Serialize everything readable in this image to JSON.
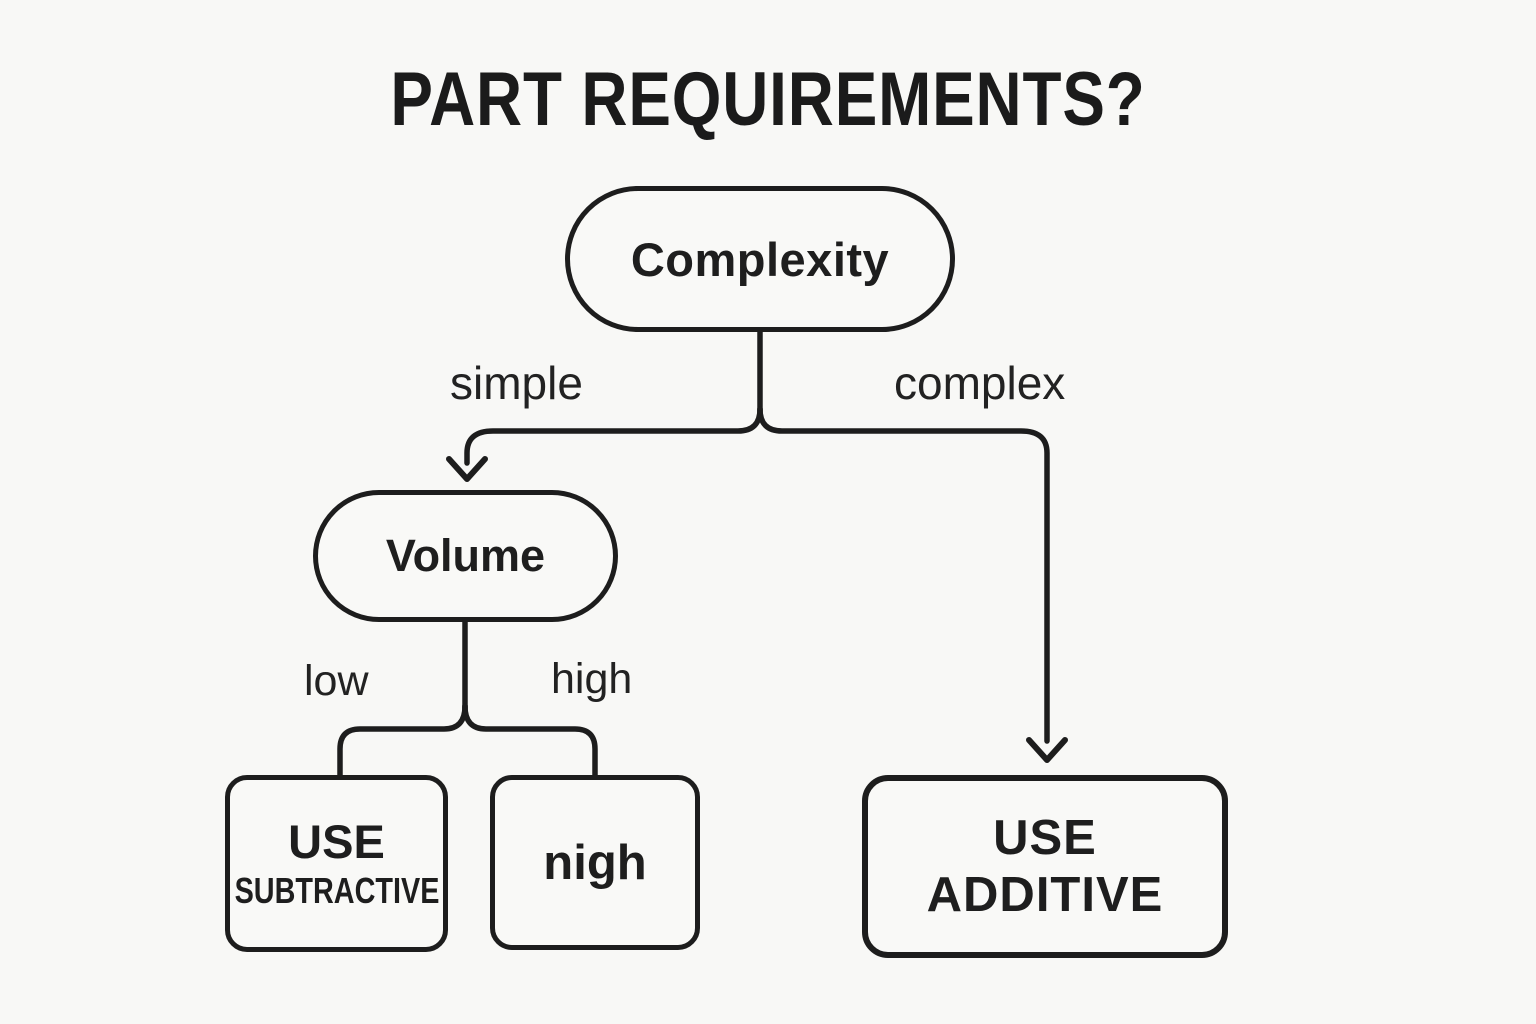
{
  "title": "PART REQUIREMENTS?",
  "diagram": {
    "type": "decision-tree-flowchart",
    "nodes": {
      "complexity": {
        "label": "Complexity",
        "shape": "pill"
      },
      "volume": {
        "label": "Volume",
        "shape": "pill"
      },
      "use_subtractive": {
        "line1": "USE",
        "line2": "SUBTRACTIVE",
        "shape": "rounded-box"
      },
      "nigh": {
        "label": "nigh",
        "shape": "rounded-box"
      },
      "use_additive": {
        "line1": "USE",
        "line2": "ADDITIVE",
        "shape": "rounded-box"
      }
    },
    "edge_labels": {
      "simple": "simple",
      "complex": "complex",
      "low": "low",
      "high": "high"
    },
    "edges": [
      {
        "from": "complexity",
        "to": "volume",
        "label": "simple",
        "arrowhead": true
      },
      {
        "from": "complexity",
        "to": "use_additive",
        "label": "complex",
        "arrowhead": true
      },
      {
        "from": "volume",
        "to": "use_subtractive",
        "label": "low",
        "arrowhead": false
      },
      {
        "from": "volume",
        "to": "nigh",
        "label": "high",
        "arrowhead": false
      }
    ],
    "colors": {
      "background": "#f8f8f6",
      "stroke": "#1d1d1d",
      "text": "#1e1e1e"
    }
  }
}
